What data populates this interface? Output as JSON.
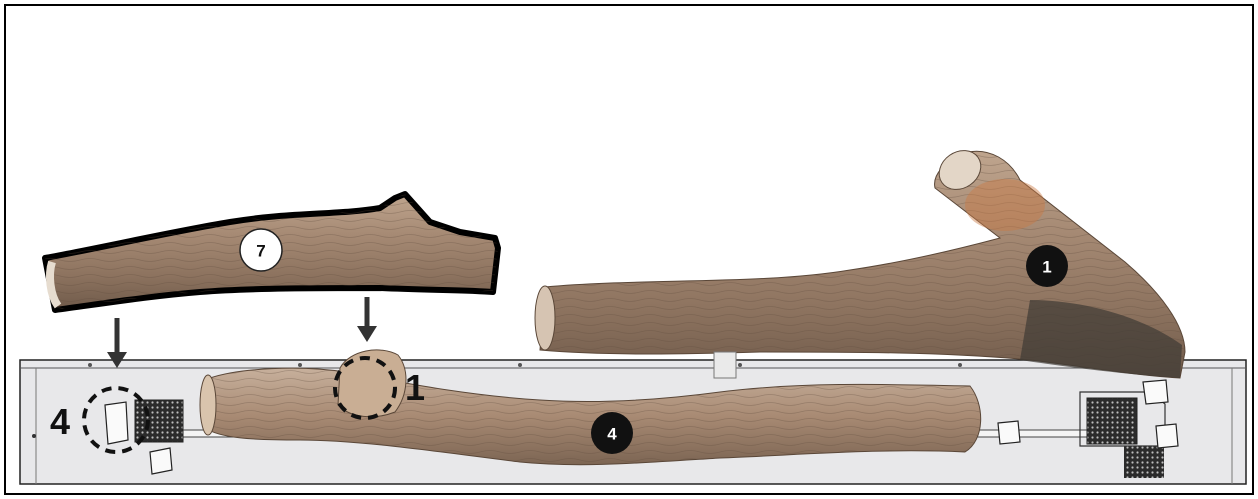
{
  "badges": {
    "log_top_left": "7",
    "log_top_right": "1",
    "log_bottom": "4"
  },
  "position_labels": {
    "left_mount": "4",
    "center_mount": "1"
  },
  "colors": {
    "frame": "#000000",
    "grate": "#e9e9ea",
    "wood_light": "#c9b39a",
    "wood_dark": "#7a5f49",
    "wood_char": "#3b3732"
  }
}
